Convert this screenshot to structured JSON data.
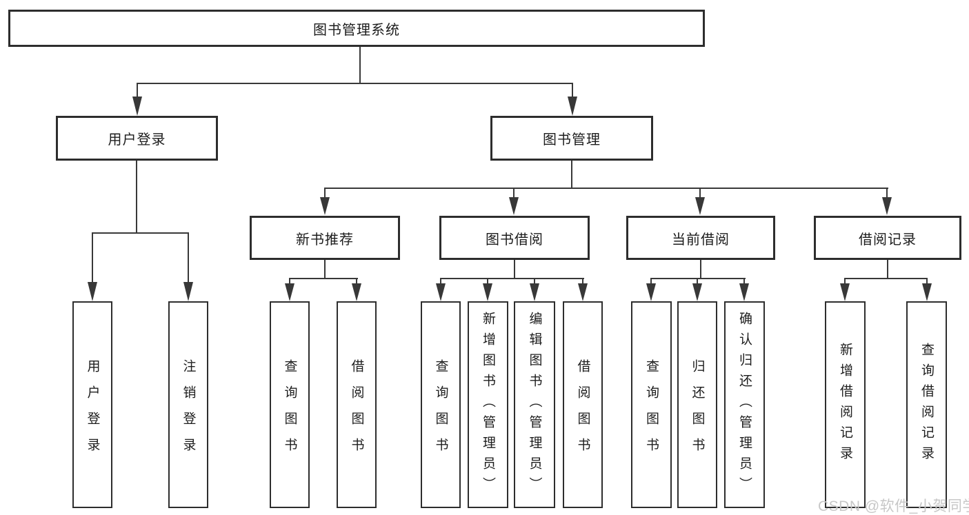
{
  "diagram": {
    "root": "图书管理系统",
    "user_login": "用户登录",
    "book_management": "图书管理",
    "new_book_recommend": "新书推荐",
    "book_borrow": "图书借阅",
    "current_borrow": "当前借阅",
    "borrow_records": "借阅记录",
    "leaves": {
      "login": "用户登录",
      "logout": "注销登录",
      "nb_query": "查询图书",
      "nb_borrow": "借阅图书",
      "bb_query": "查询图书",
      "bb_add_admin": "新增图书（管理员）",
      "bb_edit_admin": "编辑图书（管理员）",
      "bb_borrow": "借阅图书",
      "cb_query": "查询图书",
      "cb_return": "归还图书",
      "cb_confirm_admin": "确认归还（管理员）",
      "br_add": "新增借阅记录",
      "br_query": "查询借阅记录"
    }
  },
  "watermark": {
    "text": "CSDN @软件_小贺同学"
  },
  "colors": {
    "line": "#383838",
    "box_border": "#2d2d2d",
    "text": "#1c1c1c",
    "watermark": "#c7c7c7",
    "background": "#ffffff"
  }
}
